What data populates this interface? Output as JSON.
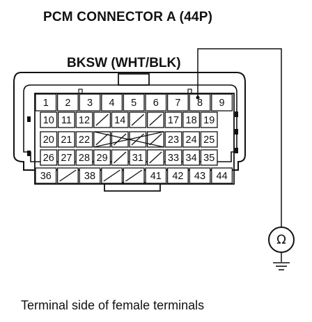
{
  "title": "PCM CONNECTOR A (44P)",
  "wire_label": "BKSW (WHT/BLK)",
  "caption": "Terminal side of female terminals",
  "meter_symbol": "Ω",
  "probe_terminal": "8",
  "connector": {
    "rows": [
      [
        "1",
        "2",
        "3",
        "4",
        "5",
        "6",
        "7",
        "8",
        "9"
      ],
      [
        "10",
        "11",
        "12",
        "",
        "14",
        "",
        "",
        "17",
        "18",
        "19"
      ],
      [
        "20",
        "21",
        "22",
        "",
        "",
        "",
        "",
        "23",
        "24",
        "25"
      ],
      [
        "26",
        "27",
        "28",
        "29",
        "",
        "31",
        "",
        "33",
        "34",
        "35"
      ],
      [
        "36",
        "",
        "38",
        "",
        "",
        "41",
        "42",
        "43",
        "44"
      ]
    ]
  },
  "colors": {
    "ink": "#111111",
    "background": "#ffffff"
  }
}
